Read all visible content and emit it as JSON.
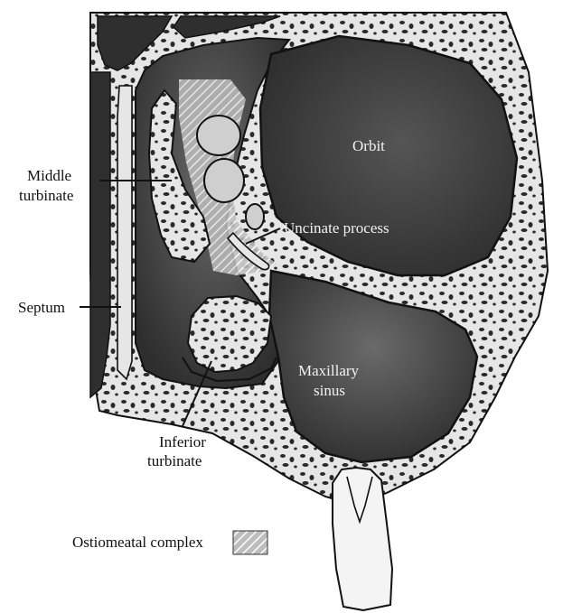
{
  "labels": {
    "orbit": "Orbit",
    "middle_turbinate_line1": "Middle",
    "middle_turbinate_line2": "turbinate",
    "uncinate_process": "Uncinate process",
    "septum": "Septum",
    "maxillary_sinus_line1": "Maxillary",
    "maxillary_sinus_line2": "sinus",
    "inferior_turbinate_line1": "Inferior",
    "inferior_turbinate_line2": "turbinate"
  },
  "legend": {
    "label": "Ostiomeatal complex",
    "swatch": "hatched"
  },
  "colors": {
    "cavity_dark": "#3b3b3b",
    "bone_light": "#e6e6e6",
    "bone_texture": "#2a2a2a",
    "outline": "#111111",
    "background": "#ffffff",
    "hatch": "#5a5a5a"
  }
}
